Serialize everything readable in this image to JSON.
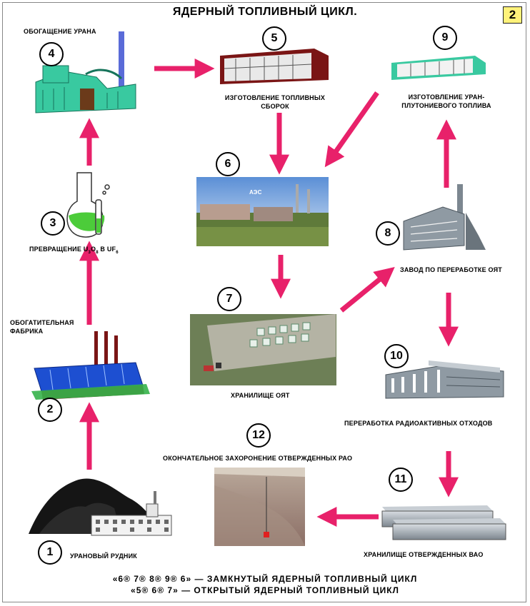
{
  "title": "ЯДЕРНЫЙ ТОПЛИВНЫЙ ЦИКЛ.",
  "badge": "2",
  "nodes": [
    {
      "num": "1",
      "label": "УРАНОВЫЙ РУДНИК"
    },
    {
      "num": "2",
      "label": "ОБОГАТИТЕЛЬНАЯ ФАБРИКА"
    },
    {
      "num": "3",
      "label": "ПРЕВРАЩЕНИЕ U3O8 В UF6"
    },
    {
      "num": "4",
      "label": "ОБОГАЩЕНИЕ УРАНА"
    },
    {
      "num": "5",
      "label": "ИЗГОТОВЛЕНИЕ ТОПЛИВНЫХ СБОРОК"
    },
    {
      "num": "6",
      "label": "АЭС"
    },
    {
      "num": "7",
      "label": "ХРАНИЛИЩЕ ОЯТ"
    },
    {
      "num": "8",
      "label": "ЗАВОД ПО ПЕРЕРАБОТКЕ ОЯТ"
    },
    {
      "num": "9",
      "label": "ИЗГОТОВЛЕНИЕ УРАН-ПЛУТОНИЕВОГО ТОПЛИВА"
    },
    {
      "num": "10",
      "label": "ПЕРЕРАБОТКА РАДИОАКТИВНЫХ ОТХОДОВ"
    },
    {
      "num": "11",
      "label": "ХРАНИЛИЩЕ ОТВЕРЖДЕННЫХ ВАО"
    },
    {
      "num": "12",
      "label": "ОКОНЧАТЕЛЬНОЕ ЗАХОРОНЕНИЕ ОТВЕРЖДЕННЫХ РАО"
    }
  ],
  "label_parts": {
    "n2_line1": "ОБОГАТИТЕЛЬНАЯ",
    "n2_line2": "ФАБРИКА",
    "n3_prefix": "ПРЕВРАЩЕНИЕ U",
    "n3_sub1": "3",
    "n3_mid1": "O",
    "n3_sub2": "8",
    "n3_mid2": " В UF",
    "n3_sub3": "6",
    "n5_line1": "ИЗГОТОВЛЕНИЕ ТОПЛИВНЫХ",
    "n5_line2": "СБОРОК",
    "n9_line1": "ИЗГОТОВЛЕНИЕ УРАН-",
    "n9_line2": "ПЛУТОНИЕВОГО ТОПЛИВА"
  },
  "edges": [
    [
      "1",
      "2"
    ],
    [
      "2",
      "3"
    ],
    [
      "3",
      "4"
    ],
    [
      "4",
      "5"
    ],
    [
      "5",
      "6"
    ],
    [
      "6",
      "7"
    ],
    [
      "7",
      "8"
    ],
    [
      "8",
      "9"
    ],
    [
      "9",
      "6"
    ],
    [
      "8",
      "10"
    ],
    [
      "10",
      "11"
    ],
    [
      "11",
      "12"
    ]
  ],
  "footer": {
    "line1": "«6® 7® 8® 9® 6» — ЗАМКНУТЫЙ ЯДЕРНЫЙ ТОПЛИВНЫЙ ЦИКЛ",
    "line2": "«5® 6® 7» — ОТКРЫТЫЙ ЯДЕРНЫЙ ТОПЛИВНЫЙ ЦИКЛ"
  },
  "colors": {
    "arrow": "#e8216a",
    "building_green": "#39c9a0",
    "badge_bg": "#fff27a",
    "building_maroon": "#7a1515",
    "building_blue": "#1d4fd1",
    "building_grey": "#8f9aa3"
  },
  "icons": [
    "mine-icon",
    "factory-icon",
    "flask-icon",
    "enrichment-plant-icon",
    "fuel-assembly-plant-icon",
    "npp-photo-icon",
    "storage-photo-icon",
    "reprocessing-plant-icon",
    "mox-plant-icon",
    "waste-processing-icon",
    "vault-icon",
    "burial-icon"
  ]
}
